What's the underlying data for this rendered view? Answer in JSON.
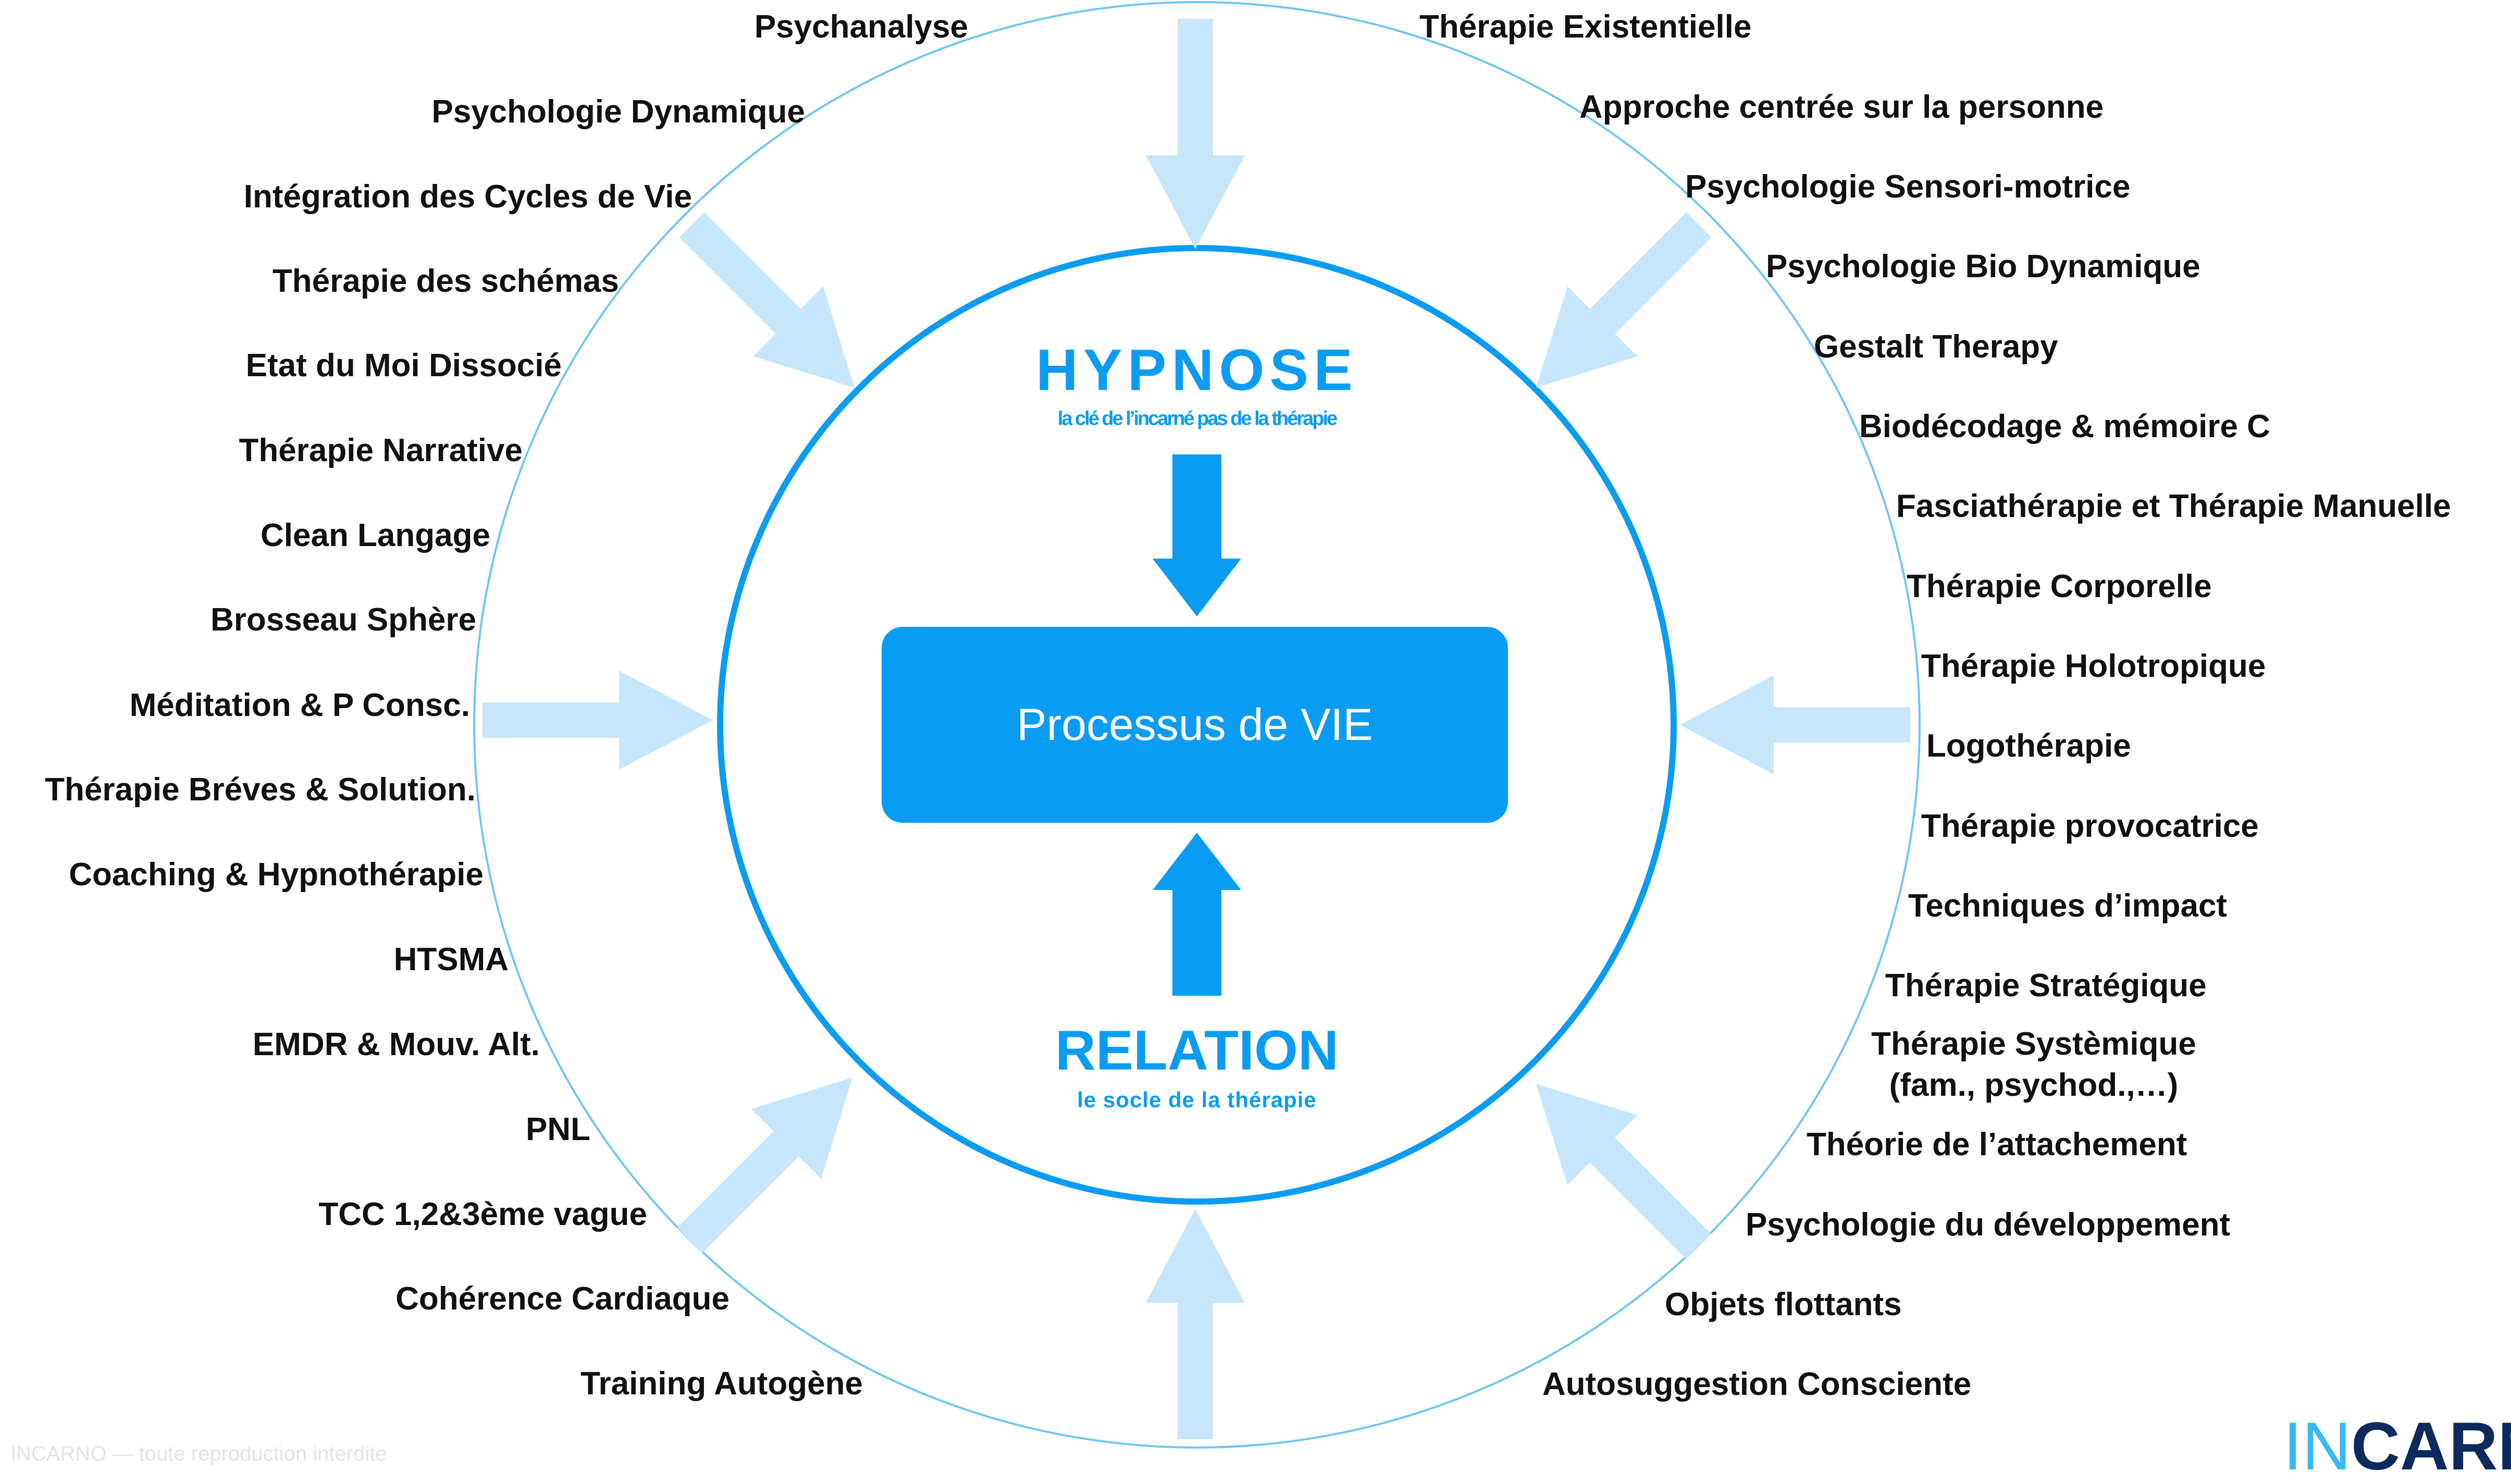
{
  "center": {
    "top_title": "HYPNOSE",
    "top_subtitle": "la clé de l’incarné pas de la thérapie",
    "box_label": "Processus de VIE",
    "bottom_title": "RELATION",
    "bottom_subtitle": "le socle de la thérapie"
  },
  "left_labels": [
    "Psychanalyse",
    "Psychologie Dynamique",
    "Intégration des Cycles de Vie",
    "Thérapie des schémas",
    "Etat du Moi Dissocié",
    "Thérapie Narrative",
    "Clean Langage",
    "Brosseau Sphère",
    "Méditation & P Consc.",
    "Thérapie Bréves & Solution.",
    "Coaching & Hypnothérapie",
    "HTSMA",
    "EMDR & Mouv. Alt.",
    "PNL",
    "TCC 1,2&3ème vague",
    "Cohérence Cardiaque",
    "Training Autogène"
  ],
  "right_labels": [
    "Thérapie Existentielle",
    "Approche centrée sur la personne",
    "Psychologie Sensori-motrice",
    "Psychologie Bio Dynamique",
    "Gestalt Therapy",
    "Biodécodage & mémoire C",
    "Fasciathérapie et Thérapie Manuelle",
    "Thérapie Corporelle",
    "Thérapie Holotropique",
    "Logothérapie",
    "Thérapie provocatrice",
    "Techniques d’impact",
    "Thérapie Stratégique",
    "Thérapie Systèmique",
    "(fam., psychod.,…)",
    "Théorie de l’attachement",
    "Psychologie du développement",
    "Objets flottants",
    "Autosuggestion Consciente"
  ],
  "footer": {
    "note": "INCARNO — toute reproduction interdite",
    "logo_prefix": "IN",
    "logo_main": "CARNO"
  },
  "colors": {
    "accent": "#0a9cf2",
    "light_arrow": "#c7e6fb",
    "outer_circle": "#6ec6f4",
    "text": "#111111"
  }
}
